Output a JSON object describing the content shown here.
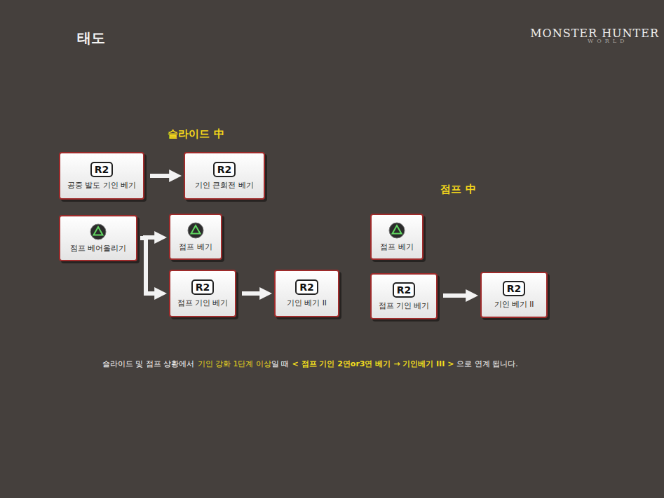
{
  "diagram": {
    "title": "태도",
    "nodes": [
      {
        "text": [
          "슬라이드 中"
        ]
      },
      {
        "text": [
          "R2",
          "공중 발도 기인 베기"
        ],
        "in": 0
      },
      {
        "text": [
          "R2",
          "기인 큰회전 베기"
        ],
        "in": 0
      },
      {
        "text": [
          "점프 베어올리기"
        ],
        "in": 0
      },
      {
        "text": [
          "점프 베기"
        ],
        "in": 0
      },
      {
        "text": [
          "R2",
          "점프 기인 베기"
        ],
        "in": 0
      },
      {
        "text": [
          "R2",
          "기인 베기 II"
        ],
        "in": 0
      },
      {
        "text": [
          "점프 中"
        ]
      },
      {
        "text": [
          "점프 베기"
        ],
        "in": 7
      },
      {
        "text": [
          "R2",
          "점프 기인 베기"
        ],
        "in": 7
      },
      {
        "text": [
          "R2",
          "기인 베기 II"
        ],
        "in": 7
      },
      {
        "text": [
          "슬라이드 및 점프 상황에서",
          "기인 강화 1단계 이상",
          "일 때",
          "< 점프 기인 2연or3연 베기 → 기인베기 III >",
          "으로 연계 됩니다."
        ]
      }
    ],
    "edges": [
      {
        "from": 1,
        "to": 2,
        "arrow": "to"
      },
      {
        "from": 3,
        "to": 4,
        "arrow": "to"
      },
      {
        "from": 3,
        "to": 5,
        "arrow": "to"
      },
      {
        "from": 5,
        "to": 6,
        "arrow": "to"
      },
      {
        "from": 9,
        "to": 10,
        "arrow": "to"
      }
    ],
    "labels": [
      "MONSTER HUNTER",
      "WORLD"
    ]
  }
}
